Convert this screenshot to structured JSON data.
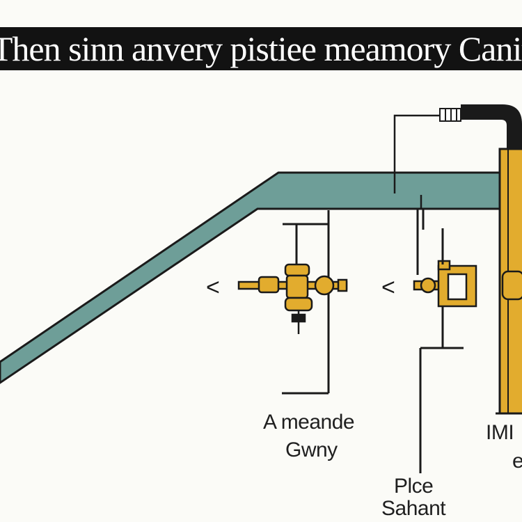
{
  "title": "Then sinn anvery pistiee meamory Canit",
  "labels": {
    "left_line1": "A meande",
    "left_line2": "Gwny",
    "center_line1": "Plce",
    "center_line2": "Sahant",
    "right_line1": "IMI",
    "right_line2": "e"
  },
  "colors": {
    "pipe_green": "#6e9e98",
    "valve_gold": "#e2ac2e",
    "line_dark": "#1a1a1a",
    "title_bg": "#121212"
  },
  "arrows": {
    "left": "<",
    "right": "<"
  }
}
